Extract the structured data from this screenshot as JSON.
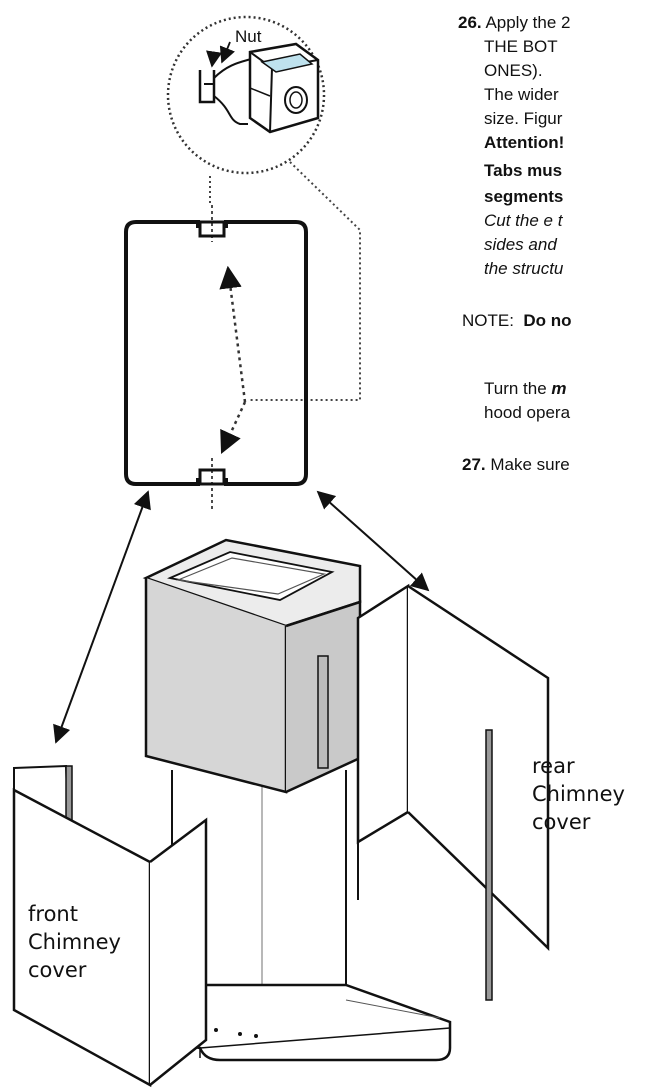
{
  "diagram": {
    "nut_label": "Nut",
    "front_label_lines": [
      "front",
      "Chimney",
      "cover"
    ],
    "rear_label_lines": [
      "rear",
      "Chimney",
      "cover"
    ]
  },
  "instructions": {
    "step26": {
      "number": "26.",
      "lines": [
        "Apply the 2",
        "THE BOT",
        "ONES).",
        "The wider",
        "size. Figur"
      ],
      "attention": "Attention!",
      "bold_lines": [
        "Tabs mus",
        "segments"
      ],
      "italic_lines": [
        "Cut the e t",
        "sides and",
        "the structu"
      ]
    },
    "note": {
      "prefix": "NOTE:",
      "text": "Do no"
    },
    "turn": {
      "lead": "Turn the",
      "emphasis": "m",
      "line2": "hood opera"
    },
    "step27": {
      "number": "27.",
      "text": "Make sure"
    }
  }
}
